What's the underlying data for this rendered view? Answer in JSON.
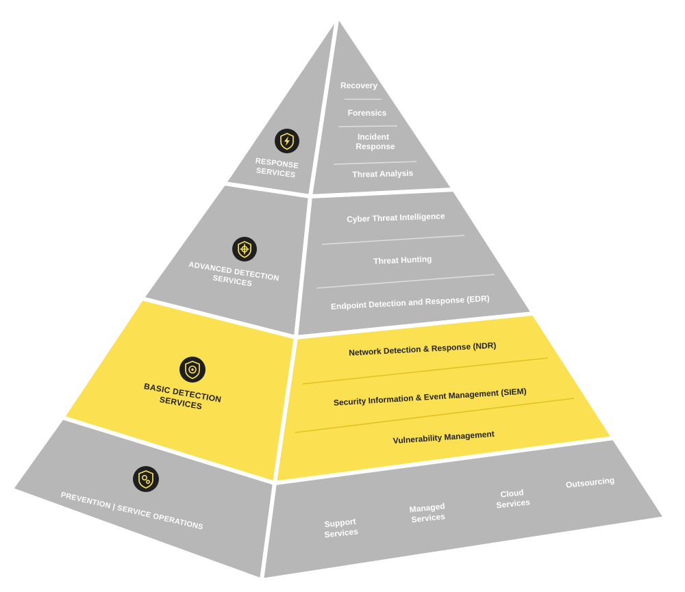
{
  "tiers": [
    {
      "title_lines": [
        "RESPONSE",
        "SERVICES"
      ],
      "icon": "shield-lightning-icon",
      "items": [
        [
          "Recovery"
        ],
        [
          "Forensics"
        ],
        [
          "Incident",
          "Response"
        ],
        [
          "Threat Analysis"
        ]
      ]
    },
    {
      "title_lines": [
        "ADVANCED DETECTION",
        "SERVICES"
      ],
      "icon": "shield-target-icon",
      "items": [
        [
          "Cyber Threat Intelligence"
        ],
        [
          "Threat Hunting"
        ],
        [
          "Endpoint Detection and Response (EDR)"
        ]
      ]
    },
    {
      "title_lines": [
        "BASIC DETECTION",
        "SERVICES"
      ],
      "icon": "shield-eye-icon",
      "items": [
        [
          "Network Detection & Response (NDR)"
        ],
        [
          "Security Information & Event Management (SIEM)"
        ],
        [
          "Vulnerability Management"
        ]
      ]
    },
    {
      "title_lines": [
        "PREVENTION | SERVICE OPERATIONS"
      ],
      "icon": "shield-gears-icon",
      "items": [
        [
          "Support",
          "Services"
        ],
        [
          "Managed",
          "Services"
        ],
        [
          "Cloud",
          "Services"
        ],
        [
          "Outsourcing"
        ]
      ]
    }
  ],
  "colors": {
    "grey": "#b7b7b7",
    "yellow": "#fbe152",
    "badge": "#1f1f1f",
    "text_on_grey": "#ffffff",
    "text_on_yellow": "#222222"
  }
}
